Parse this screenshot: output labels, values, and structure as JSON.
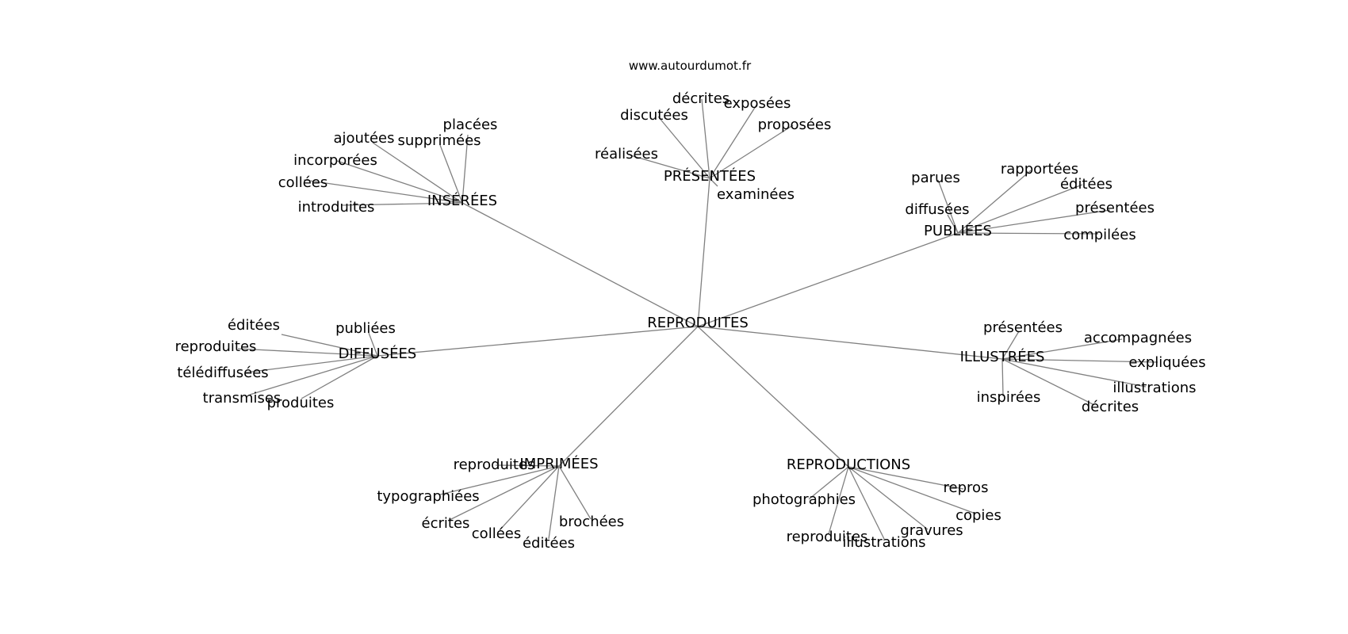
{
  "source": "www.autourdumot.fr",
  "graph": {
    "root": "REPRODUITES",
    "branches": [
      {
        "hub": "INSÉRÉES",
        "leaves": [
          "placées",
          "ajoutées",
          "supprimées",
          "incorporées",
          "collées",
          "introduites"
        ]
      },
      {
        "hub": "PRÉSENTÉES",
        "leaves": [
          "décrites",
          "exposées",
          "discutées",
          "proposées",
          "réalisées",
          "examinées"
        ]
      },
      {
        "hub": "PUBLIÉES",
        "leaves": [
          "rapportées",
          "parues",
          "éditées",
          "présentées",
          "diffusées",
          "compilées"
        ]
      },
      {
        "hub": "DIFFUSÉES",
        "leaves": [
          "éditées",
          "publiées",
          "reproduites",
          "télédiffusées",
          "transmises",
          "produites"
        ]
      },
      {
        "hub": "ILLUSTRÉES",
        "leaves": [
          "présentées",
          "accompagnées",
          "expliquées",
          "illustrations",
          "inspirées",
          "décrites"
        ]
      },
      {
        "hub": "IMPRIMÉES",
        "leaves": [
          "reproduites",
          "typographiées",
          "écrites",
          "collées",
          "brochées",
          "éditées"
        ]
      },
      {
        "hub": "REPRODUCTIONS",
        "leaves": [
          "repros",
          "photographies",
          "copies",
          "gravures",
          "reproduites",
          "illustrations"
        ]
      }
    ]
  }
}
